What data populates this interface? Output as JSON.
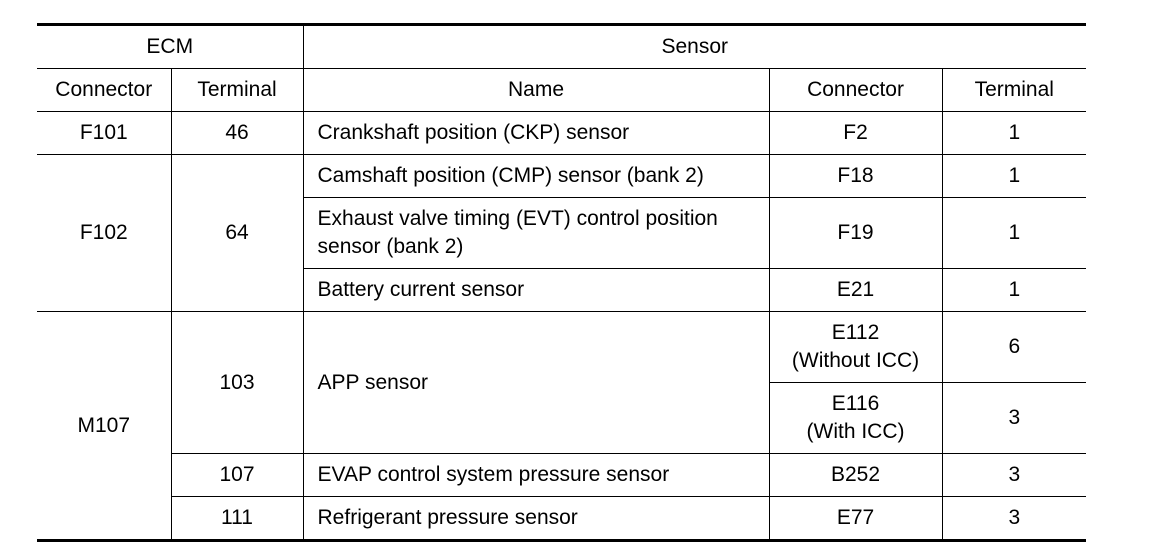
{
  "header": {
    "ecm": "ECM",
    "sensor": "Sensor",
    "ecm_connector": "Connector",
    "ecm_terminal": "Terminal",
    "name": "Name",
    "sensor_connector": "Connector",
    "sensor_terminal": "Terminal"
  },
  "rows": [
    {
      "ecm_connector": "F101",
      "ecm_terminal": "46",
      "name": "Crankshaft position (CKP) sensor",
      "connector": "F2",
      "terminal": "1"
    },
    {
      "ecm_connector": "F102",
      "ecm_terminal": "64",
      "name": "Camshaft position (CMP) sensor (bank 2)",
      "connector": "F18",
      "terminal": "1"
    },
    {
      "name_line1": "Exhaust valve timing (EVT) control position",
      "name_line2": "sensor (bank 2)",
      "connector": "F19",
      "terminal": "1"
    },
    {
      "name": "Battery current sensor",
      "connector": "E21",
      "terminal": "1"
    },
    {
      "ecm_connector": "M107",
      "ecm_terminal": "103",
      "name": "APP sensor",
      "connector_line1": "E112",
      "connector_line2": "(Without ICC)",
      "terminal": "6"
    },
    {
      "connector_line1": "E116",
      "connector_line2": "(With ICC)",
      "terminal": "3"
    },
    {
      "ecm_terminal": "107",
      "name": "EVAP control system pressure sensor",
      "connector": "B252",
      "terminal": "3"
    },
    {
      "ecm_terminal": "111",
      "name": "Refrigerant pressure sensor",
      "connector": "E77",
      "terminal": "3"
    }
  ]
}
